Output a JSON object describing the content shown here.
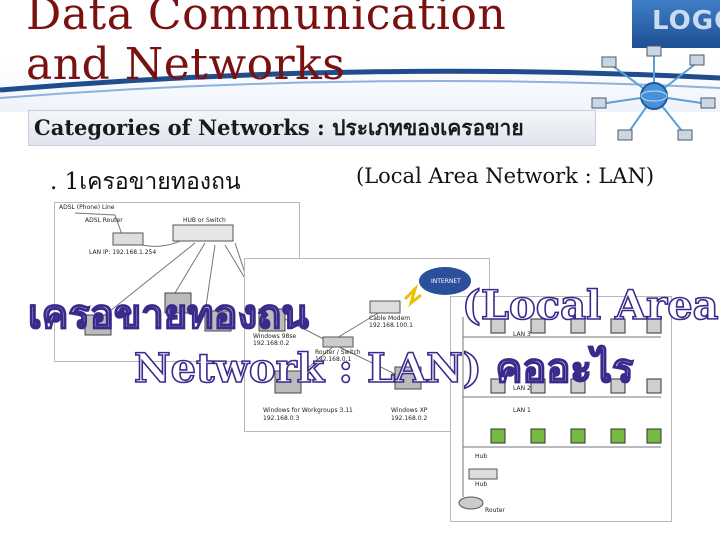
{
  "slide": {
    "title": "Data Communication\nand Networks",
    "subtitle": "Categories of Networks : ประเภทของเครอขาย",
    "logo_text": "LOGO",
    "item_number_label": ". 1เครอขายทองถน",
    "item_english": "(Local Area Network : LAN)",
    "overlay_line1_thai": "เครอขายทองถน",
    "overlay_line1_en": "(Local Area",
    "overlay_line2": "Network : LAN) คออะไร"
  },
  "diagram1": {
    "adsl_line": "ADSL (Phone) Line",
    "adsl_router": "ADSL Router",
    "hub": "HUB or Switch",
    "lan_ip": "LAN IP: 192.168.1.254"
  },
  "diagram2": {
    "internet": "INTERNET",
    "cable_modem": "Cable Modem",
    "cable_ip": "192.168.100.1",
    "router_switch": "Router / Switch",
    "router_ip": "192.168.0.1",
    "win98": "Windows 98se",
    "win98_ip": "192.168.0.2",
    "wfw": "Windows for Workgroups 3.11",
    "wfw_ip": "192.168.0.3",
    "winxp": "Windows XP",
    "winxp_ip": "192.168.0.2"
  },
  "diagram3": {
    "lan3": "LAN 3",
    "lan2": "LAN 2",
    "lan1": "LAN 1",
    "hub_a": "Hub",
    "hub_b": "Hub",
    "router": "Router"
  },
  "colors": {
    "title": "#7a1010",
    "overlay_stroke": "#3a2a8c",
    "logo_bg": "#2a62aa"
  }
}
